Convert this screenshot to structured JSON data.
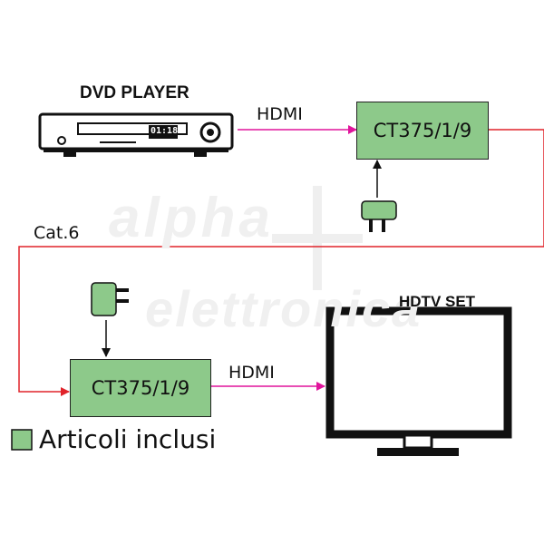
{
  "labels": {
    "dvd_player": "DVD PLAYER",
    "dvd_display": "01:18",
    "hdmi_top": "HDMI",
    "hdmi_bottom": "HDMI",
    "cat6": "Cat.6",
    "hdtv_set": "HDTV SET",
    "watermark_top": "alpha",
    "watermark_bottom": "elettronica"
  },
  "devices": {
    "transmitter": "CT375/1/9",
    "receiver": "CT375/1/9"
  },
  "legend": {
    "text": "Articoli inclusi"
  },
  "colors": {
    "included_fill": "#8dc98a",
    "hdmi_line": "#e0149c",
    "cat6_line": "#e0232a",
    "arrow_black": "#111111",
    "watermark": "#eeeeee"
  }
}
